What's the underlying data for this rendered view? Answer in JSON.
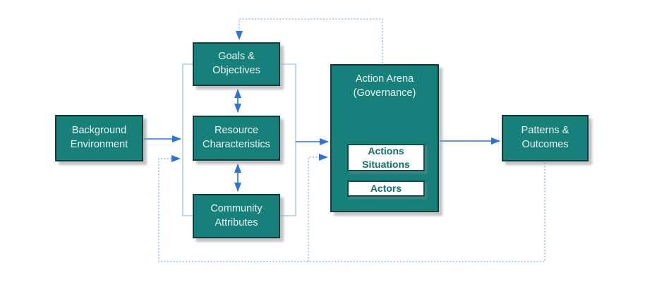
{
  "diagram": {
    "boxes": {
      "background_environment": {
        "label": "Background Environment"
      },
      "goals_objectives": {
        "label": "Goals & Objectives"
      },
      "resource_characteristics": {
        "label": "Resource Characteristics"
      },
      "community_attributes": {
        "label": "Community Attributes"
      },
      "action_arena": {
        "label": "Action Arena (Governance)"
      },
      "action_situations": {
        "label": "Actions Situations"
      },
      "actors": {
        "label": "Actors"
      },
      "patterns_outcomes": {
        "label": "Patterns & Outcomes"
      }
    },
    "connections": [
      {
        "from": "Background Environment",
        "to": "middle group (Goals & Objectives / Resource Characteristics / Community Attributes)",
        "style": "solid-arrow"
      },
      {
        "from": "Goals & Objectives",
        "to": "Resource Characteristics",
        "style": "double-headed-arrow"
      },
      {
        "from": "Resource Characteristics",
        "to": "Community Attributes",
        "style": "double-headed-arrow"
      },
      {
        "from": "middle group",
        "to": "Action Arena (Governance)",
        "style": "solid-arrow"
      },
      {
        "from": "Action Arena (Governance)",
        "to": "Patterns & Outcomes",
        "style": "solid-arrow"
      },
      {
        "from": "Action Arena (Governance)",
        "to": "Goals & Objectives",
        "style": "dashed-feedback-arrow"
      },
      {
        "from": "Patterns & Outcomes",
        "to": "middle group",
        "style": "dashed-feedback-arrow"
      },
      {
        "from": "Patterns & Outcomes",
        "to": "Action Arena (Governance)",
        "style": "dashed-feedback-arrow"
      }
    ],
    "colors": {
      "box_fill": "#18807B",
      "box_border": "#123B3D",
      "box_text": "#EAF5F0",
      "inner_box_fill": "#FFFFFF",
      "inner_box_border": "#0E4F4F",
      "inner_box_text": "#0F6F6B",
      "arrow_blue": "#2E74D8",
      "bracket_blue": "#9DC3E6",
      "dashed_blue": "#84AFD9",
      "shadow_gray": "#C9C9C9",
      "background": "#FFFFFF"
    }
  }
}
